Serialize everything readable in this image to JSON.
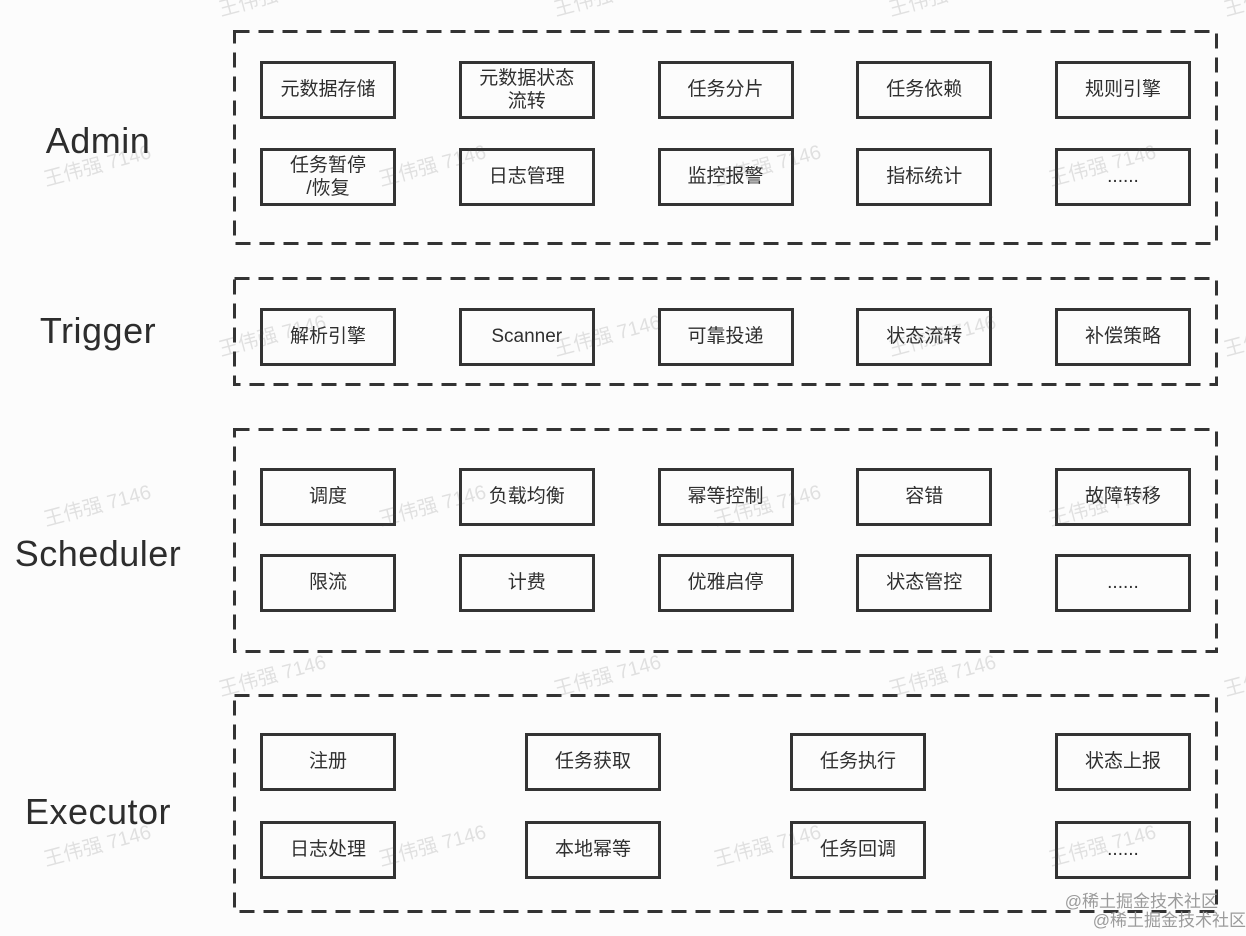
{
  "page": {
    "background_color": "#fcfcfc",
    "line_color": "#333333",
    "text_color": "#2f2f2f",
    "watermark_color": "#e2e2e2",
    "credit_color": "#9b9b9b"
  },
  "sections": [
    {
      "label": "Admin",
      "rows": [
        [
          "元数据存储",
          "元数据状态\n流转",
          "任务分片",
          "任务依赖",
          "规则引擎"
        ],
        [
          "任务暂停\n/恢复",
          "日志管理",
          "监控报警",
          "指标统计",
          "......"
        ]
      ]
    },
    {
      "label": "Trigger",
      "rows": [
        [
          "解析引擎",
          "Scanner",
          "可靠投递",
          "状态流转",
          "补偿策略"
        ]
      ]
    },
    {
      "label": "Scheduler",
      "rows": [
        [
          "调度",
          "负载均衡",
          "幂等控制",
          "容错",
          "故障转移"
        ],
        [
          "限流",
          "计费",
          "优雅启停",
          "状态管控",
          "......"
        ]
      ]
    },
    {
      "label": "Executor",
      "rows": [
        [
          "注册",
          "任务获取",
          "任务执行",
          "状态上报"
        ],
        [
          "日志处理",
          "本地幂等",
          "任务回调",
          "......"
        ]
      ]
    }
  ],
  "watermark": {
    "text": "王伟强 7146"
  },
  "credits": [
    "@稀土掘金技术社区",
    "@稀土掘金技术社区"
  ]
}
